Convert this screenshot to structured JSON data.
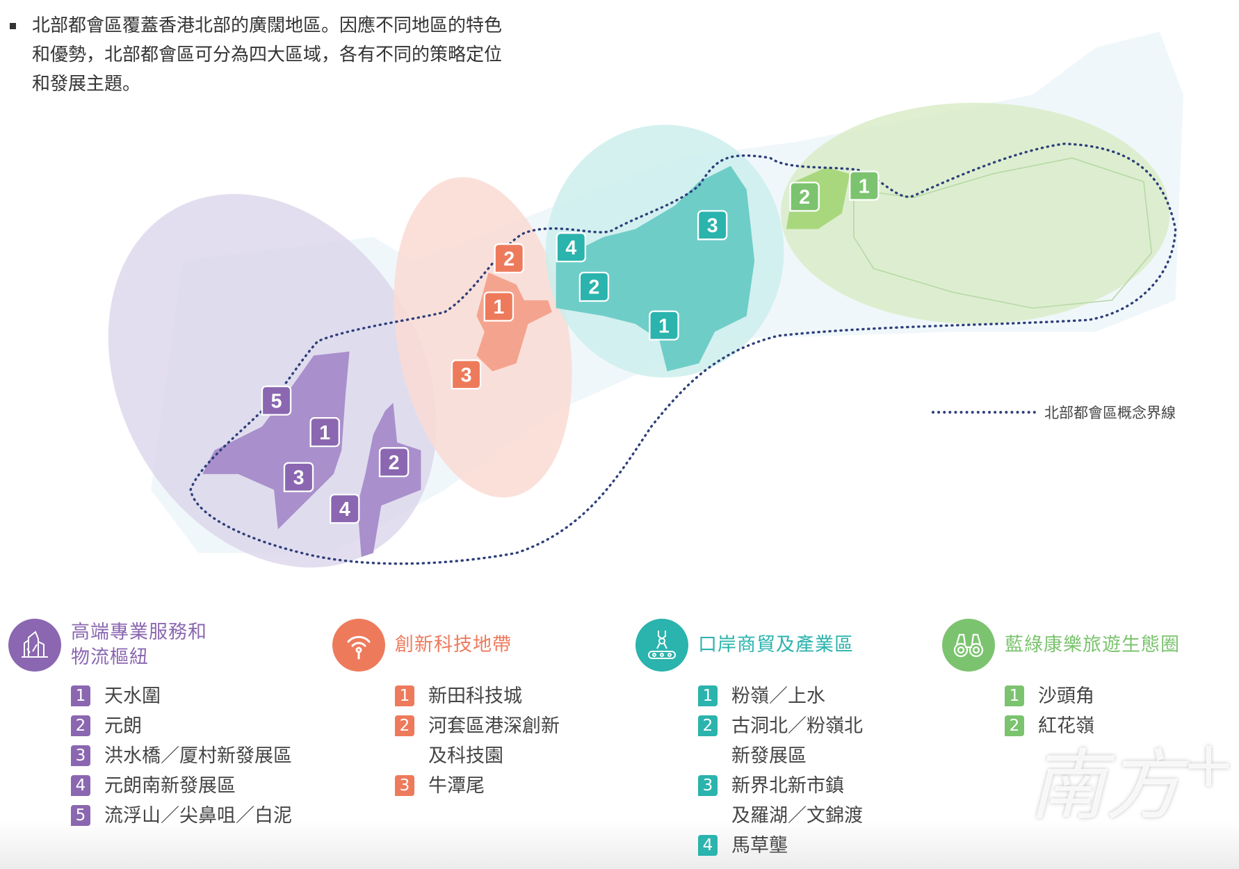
{
  "intro": {
    "lines": [
      "北部都會區覆蓋香港北部的廣闊地區。因應不同地區的特色",
      "和優勢，北部都會區可分為四大區域，各有不同的策略定位",
      "和發展主題。"
    ]
  },
  "boundary_legend": "北部都會區概念界線",
  "colors": {
    "purple": "#8a67b0",
    "orange": "#ee7a5c",
    "teal": "#2bb3ad",
    "green": "#7cc36f",
    "boundary": "#2e3f7a"
  },
  "zones": [
    {
      "title": "高端專業服務和\n物流樞紐",
      "icon": "buildings-icon",
      "color": "#8a67b0",
      "items": [
        {
          "num": "1",
          "name": "天水圍"
        },
        {
          "num": "2",
          "name": "元朗"
        },
        {
          "num": "3",
          "name": "洪水橋／厦村新發展區"
        },
        {
          "num": "4",
          "name": "元朗南新發展區"
        },
        {
          "num": "5",
          "name": "流浮山／尖鼻咀／白泥"
        }
      ]
    },
    {
      "title": "創新科技地帶",
      "icon": "wifi-signal-icon",
      "color": "#ee7a5c",
      "items": [
        {
          "num": "1",
          "name": "新田科技城"
        },
        {
          "num": "2",
          "name": "河套區港深創新\n及科技園"
        },
        {
          "num": "3",
          "name": "牛潭尾"
        }
      ]
    },
    {
      "title": "口岸商貿及產業區",
      "icon": "conveyor-robot-icon",
      "color": "#2bb3ad",
      "items": [
        {
          "num": "1",
          "name": "粉嶺／上水"
        },
        {
          "num": "2",
          "name": "古洞北／粉嶺北\n新發展區"
        },
        {
          "num": "3",
          "name": "新界北新市鎮\n及羅湖／文錦渡"
        },
        {
          "num": "4",
          "name": "馬草壟"
        }
      ]
    },
    {
      "title": "藍綠康樂旅遊生態圈",
      "icon": "binoculars-icon",
      "color": "#7cc36f",
      "items": [
        {
          "num": "1",
          "name": "沙頭角"
        },
        {
          "num": "2",
          "name": "紅花嶺"
        }
      ]
    }
  ],
  "map_markers": {
    "purple": [
      "5",
      "1",
      "3",
      "2",
      "4"
    ],
    "orange": [
      "2",
      "1",
      "3"
    ],
    "teal": [
      "4",
      "2",
      "1",
      "3"
    ],
    "green": [
      "2",
      "1"
    ]
  },
  "watermark": "南方+"
}
